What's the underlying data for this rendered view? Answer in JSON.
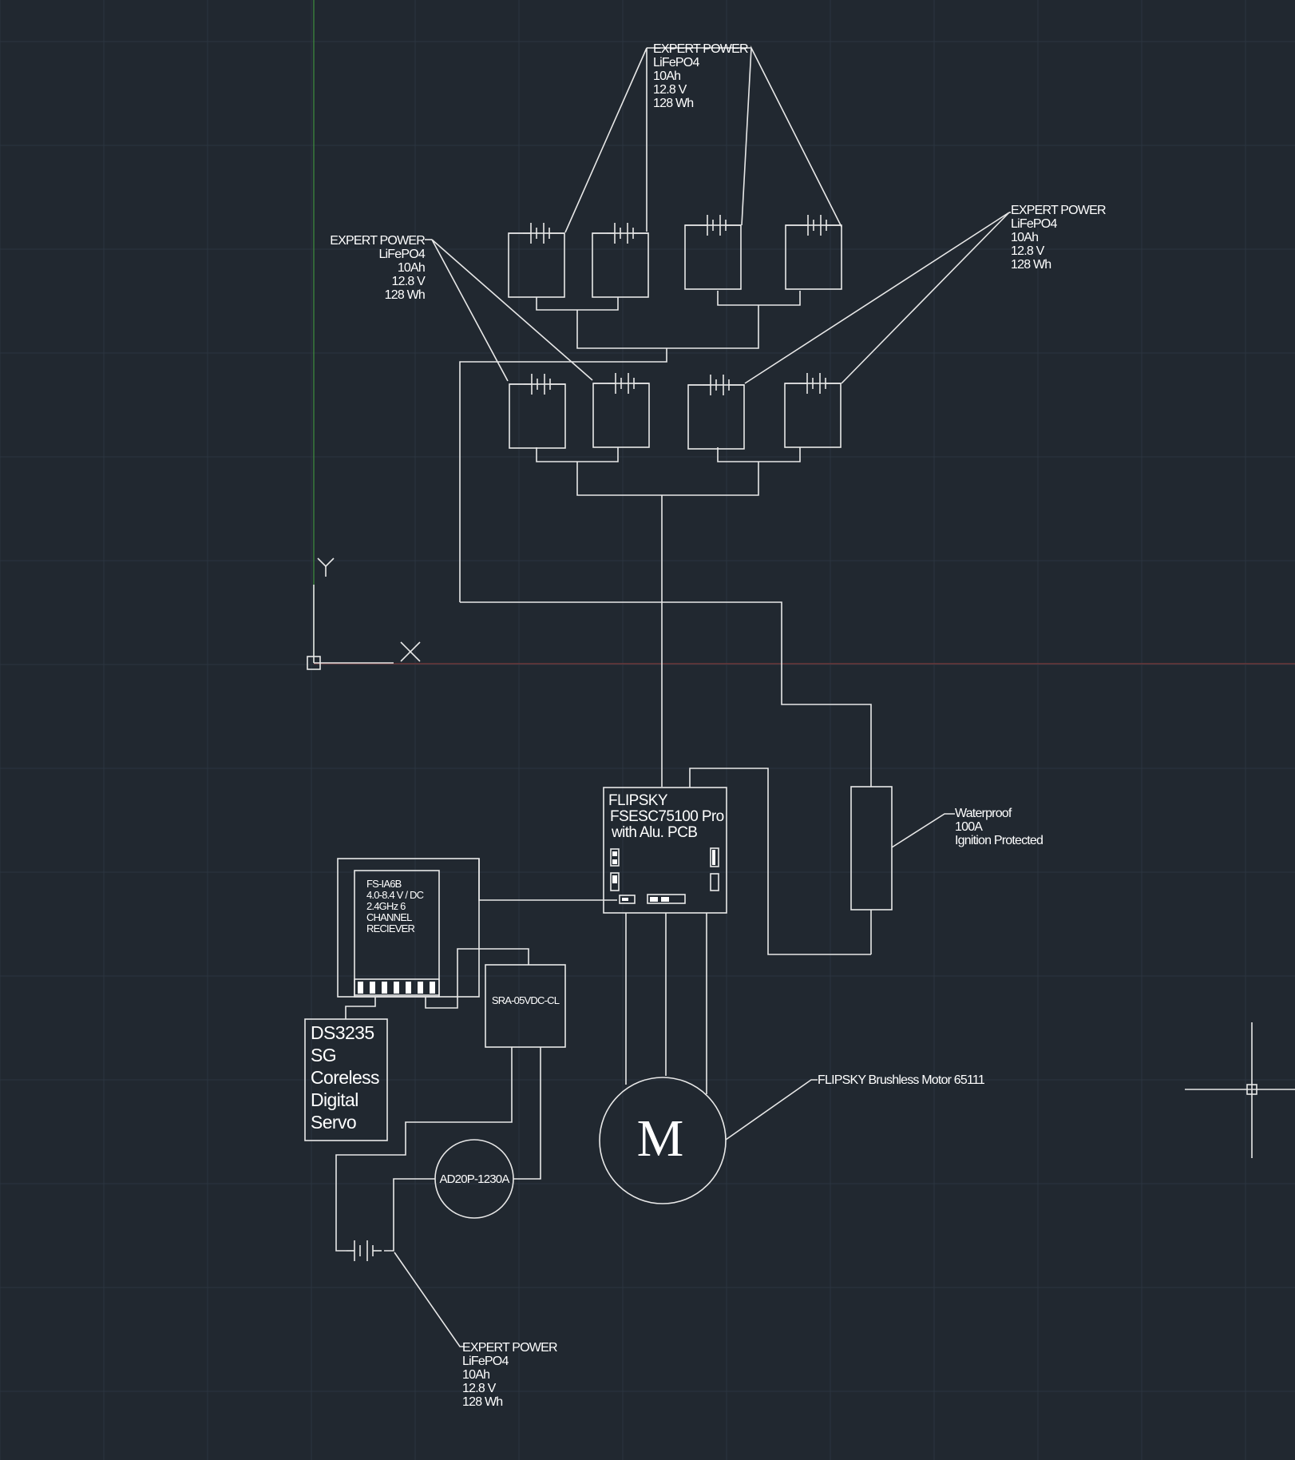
{
  "colors": {
    "background": "#212830",
    "grid": "#2c3540",
    "wire": "#e8e8e8",
    "y_axis": "#3f8f3f",
    "x_axis": "#7a3a3a"
  },
  "ucs_icon": {
    "y_label": "Y",
    "x_label": "X"
  },
  "battery_label_top": [
    "EXPERT POWER",
    "LiFePO4",
    "10Ah",
    "12.8 V",
    "128 Wh"
  ],
  "battery_label_left": [
    "EXPERT POWER",
    "LiFePO4",
    "10Ah",
    "12.8 V",
    "128 Wh"
  ],
  "battery_label_right": [
    "EXPERT POWER",
    "LiFePO4",
    "10Ah",
    "12.8 V",
    "128 Wh"
  ],
  "battery_label_bottom": [
    "EXPERT POWER",
    "LiFePO4",
    "10Ah",
    "12.8 V",
    "128 Wh"
  ],
  "esc_label": [
    "FLIPSKY",
    "FSESC75100 Pro",
    "with Alu. PCB"
  ],
  "switch_label": [
    "Waterproof",
    "100A",
    "Ignition Protected"
  ],
  "receiver_label": [
    "FS-IA6B",
    "4.0-8.4 V / DC",
    "2.4GHz 6",
    "CHANNEL",
    "RECIEVER"
  ],
  "relay_label": "SRA-05VDC-CL",
  "servo_label": [
    "DS3235",
    "SG",
    "Coreless",
    "Digital",
    "Servo"
  ],
  "fuse_label": "AD20P-1230A",
  "motor_symbol": "M",
  "motor_label": "FLIPSKY Brushless Motor 65111"
}
